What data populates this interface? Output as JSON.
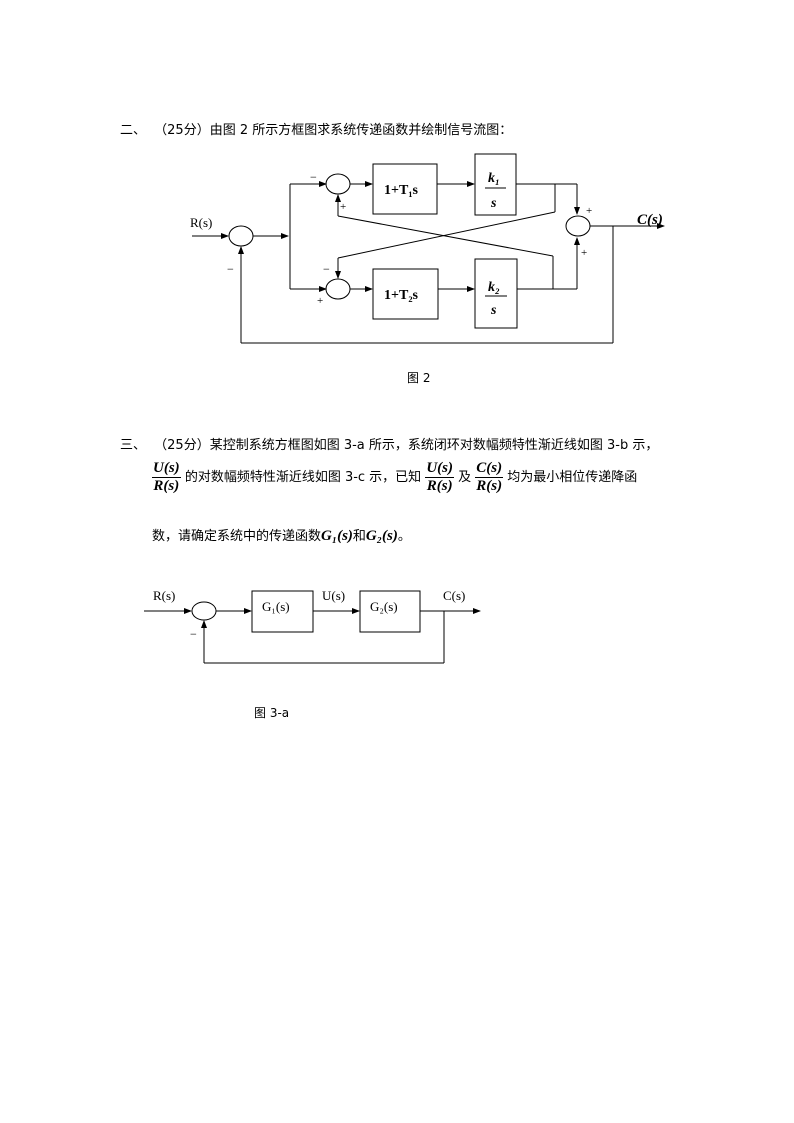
{
  "question2": {
    "number": "二、",
    "points": "（25分）",
    "text": "由图 2 所示方框图求系统传递函数并绘制信号流图：",
    "figure": {
      "input_label": "R(s)",
      "output_label": "C(s)",
      "block_t1": "1+T₁s",
      "block_k1_num": "k₁",
      "block_k1_den": "s",
      "block_t2": "1+T₂s",
      "block_k2_num": "k₂",
      "block_k2_den": "s",
      "sign_minus": "−",
      "sign_plus": "+",
      "caption": "图 2"
    }
  },
  "question3": {
    "number": "三、",
    "points": "（25分）",
    "line1": "某控制系统方框图如图 3-a 所示，系统闭环对数幅频特性渐近线如图 3-b 示，",
    "frac_u": "U(s)",
    "frac_r": "R(s)",
    "frac_c": "C(s)",
    "line2_a": "的对数幅频特性渐近线如图 3-c 示，已知",
    "line2_b": "及",
    "line2_c": "均为最小相位传递降函",
    "line3_a": "数，请确定系统中的传递函数",
    "g1": "G₁(s)",
    "line3_b": "和",
    "g2": "G₂(s)",
    "line3_c": "。",
    "figure": {
      "input_label": "R(s)",
      "block_g1": "G₁(s)",
      "mid_label": "U(s)",
      "block_g2": "G₂(s)",
      "output_label": "C(s)",
      "sign_minus": "−",
      "caption": "图 3-a"
    }
  }
}
